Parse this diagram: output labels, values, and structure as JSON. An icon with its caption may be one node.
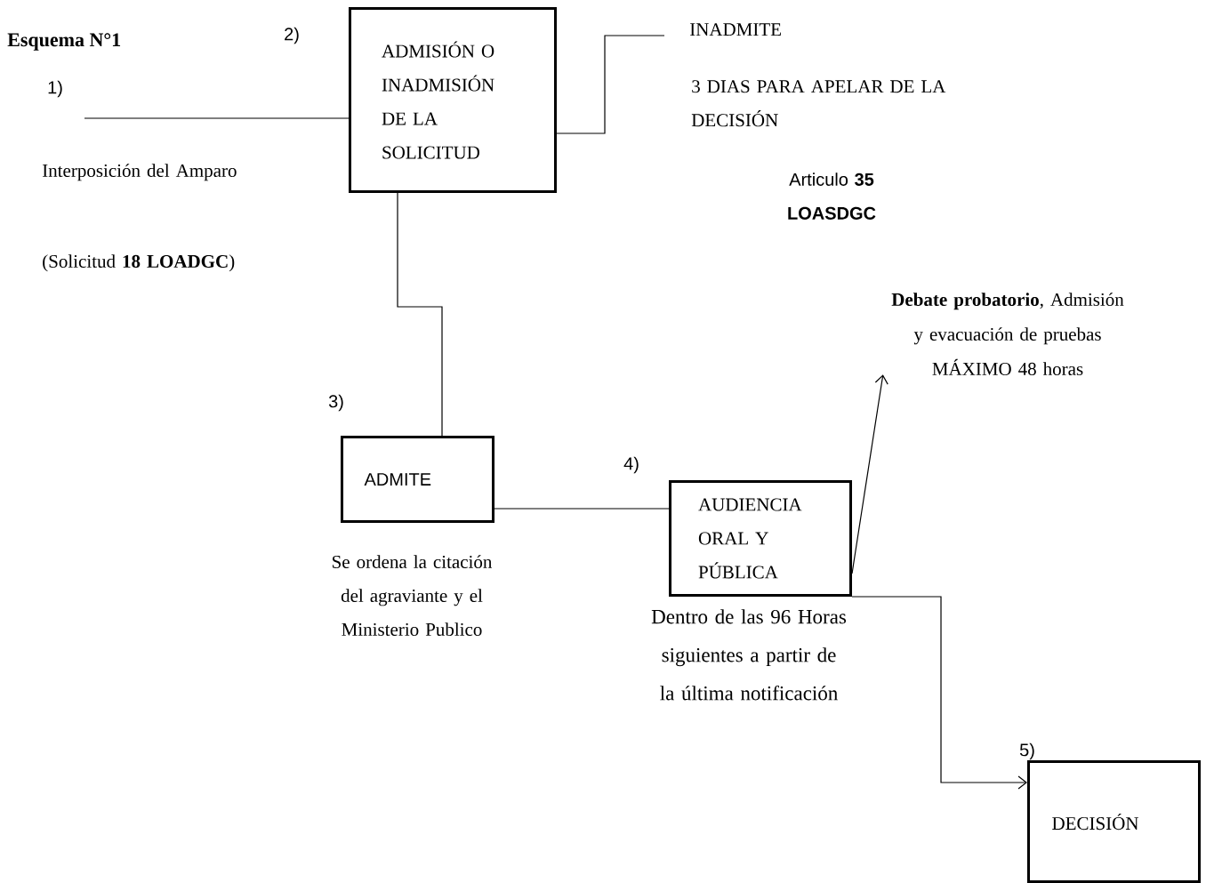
{
  "diagram": {
    "title": "Esquema N°1",
    "nodes": [
      {
        "text": [
          "Interposición del Amparo",
          "(Solicitud **18 LOADGC**)"
        ],
        "beside": [
          "1)"
        ]
      },
      {
        "text": [
          "ADMISIÓN O INADMISIÓN DE LA SOLICITUD"
        ],
        "beside": [
          "2)"
        ]
      },
      {
        "text": [
          "INADMITE"
        ],
        "beside": [
          "3 DIAS PARA APELAR DE LA DECISIÓN",
          "Articulo **35 LOASDGC**"
        ]
      },
      {
        "text": [
          "ADMITE"
        ],
        "beside": [
          "3)",
          "Se ordena la citación del agraviante y el Ministerio Publico"
        ]
      },
      {
        "text": [
          "AUDIENCIA ORAL Y PÚBLICA"
        ],
        "beside": [
          "4)",
          "Dentro de las 96 Horas siguientes a partir de la última notificación"
        ]
      },
      {
        "text": [
          "**Debate probatorio**, Admisión y evacuación de pruebas MÁXIMO 48 horas"
        ]
      },
      {
        "text": [
          "DECISIÓN"
        ],
        "beside": [
          "5)"
        ]
      }
    ],
    "edges": [
      {
        "from": 0,
        "to": 1,
        "arrow": "none"
      },
      {
        "from": 1,
        "to": 2,
        "arrow": "none"
      },
      {
        "from": 1,
        "to": 3,
        "arrow": "none"
      },
      {
        "from": 3,
        "to": 4,
        "arrow": "none"
      },
      {
        "from": 4,
        "to": 5,
        "arrow": "to"
      },
      {
        "from": 4,
        "to": 6,
        "arrow": "to"
      }
    ]
  }
}
